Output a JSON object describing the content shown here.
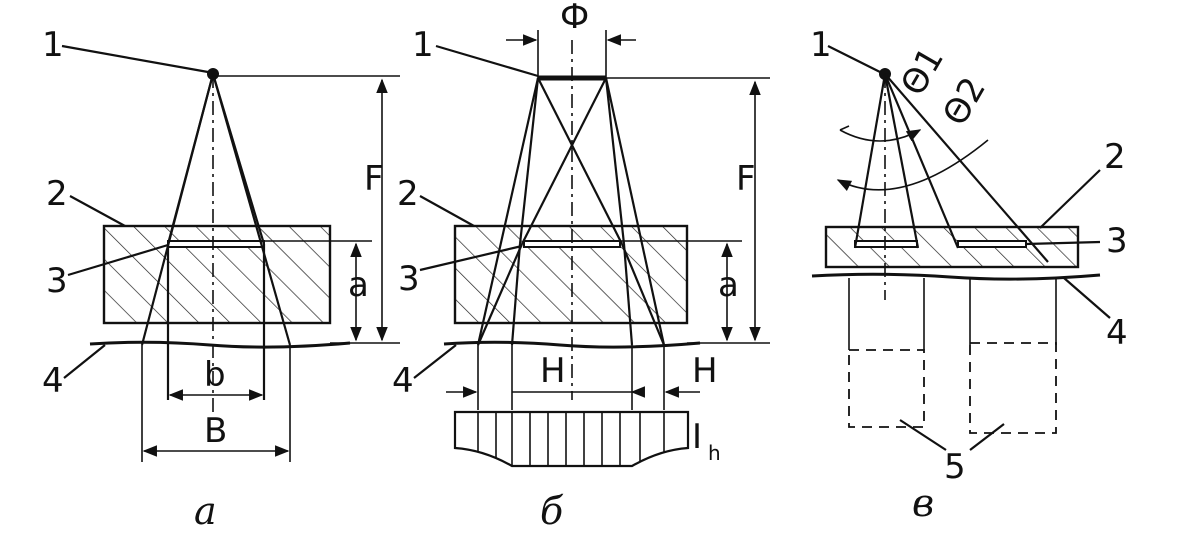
{
  "figure": {
    "labels": {
      "one": "1",
      "two": "2",
      "three": "3",
      "four": "4",
      "five": "5",
      "F": "F",
      "a": "a",
      "b": "b",
      "B": "B",
      "H": "H",
      "Phi": "Ф",
      "I": "I",
      "h": "h",
      "theta1": "Θ1",
      "theta2": "Θ2"
    },
    "captions": {
      "a": "а",
      "b": "б",
      "v": "в"
    }
  }
}
